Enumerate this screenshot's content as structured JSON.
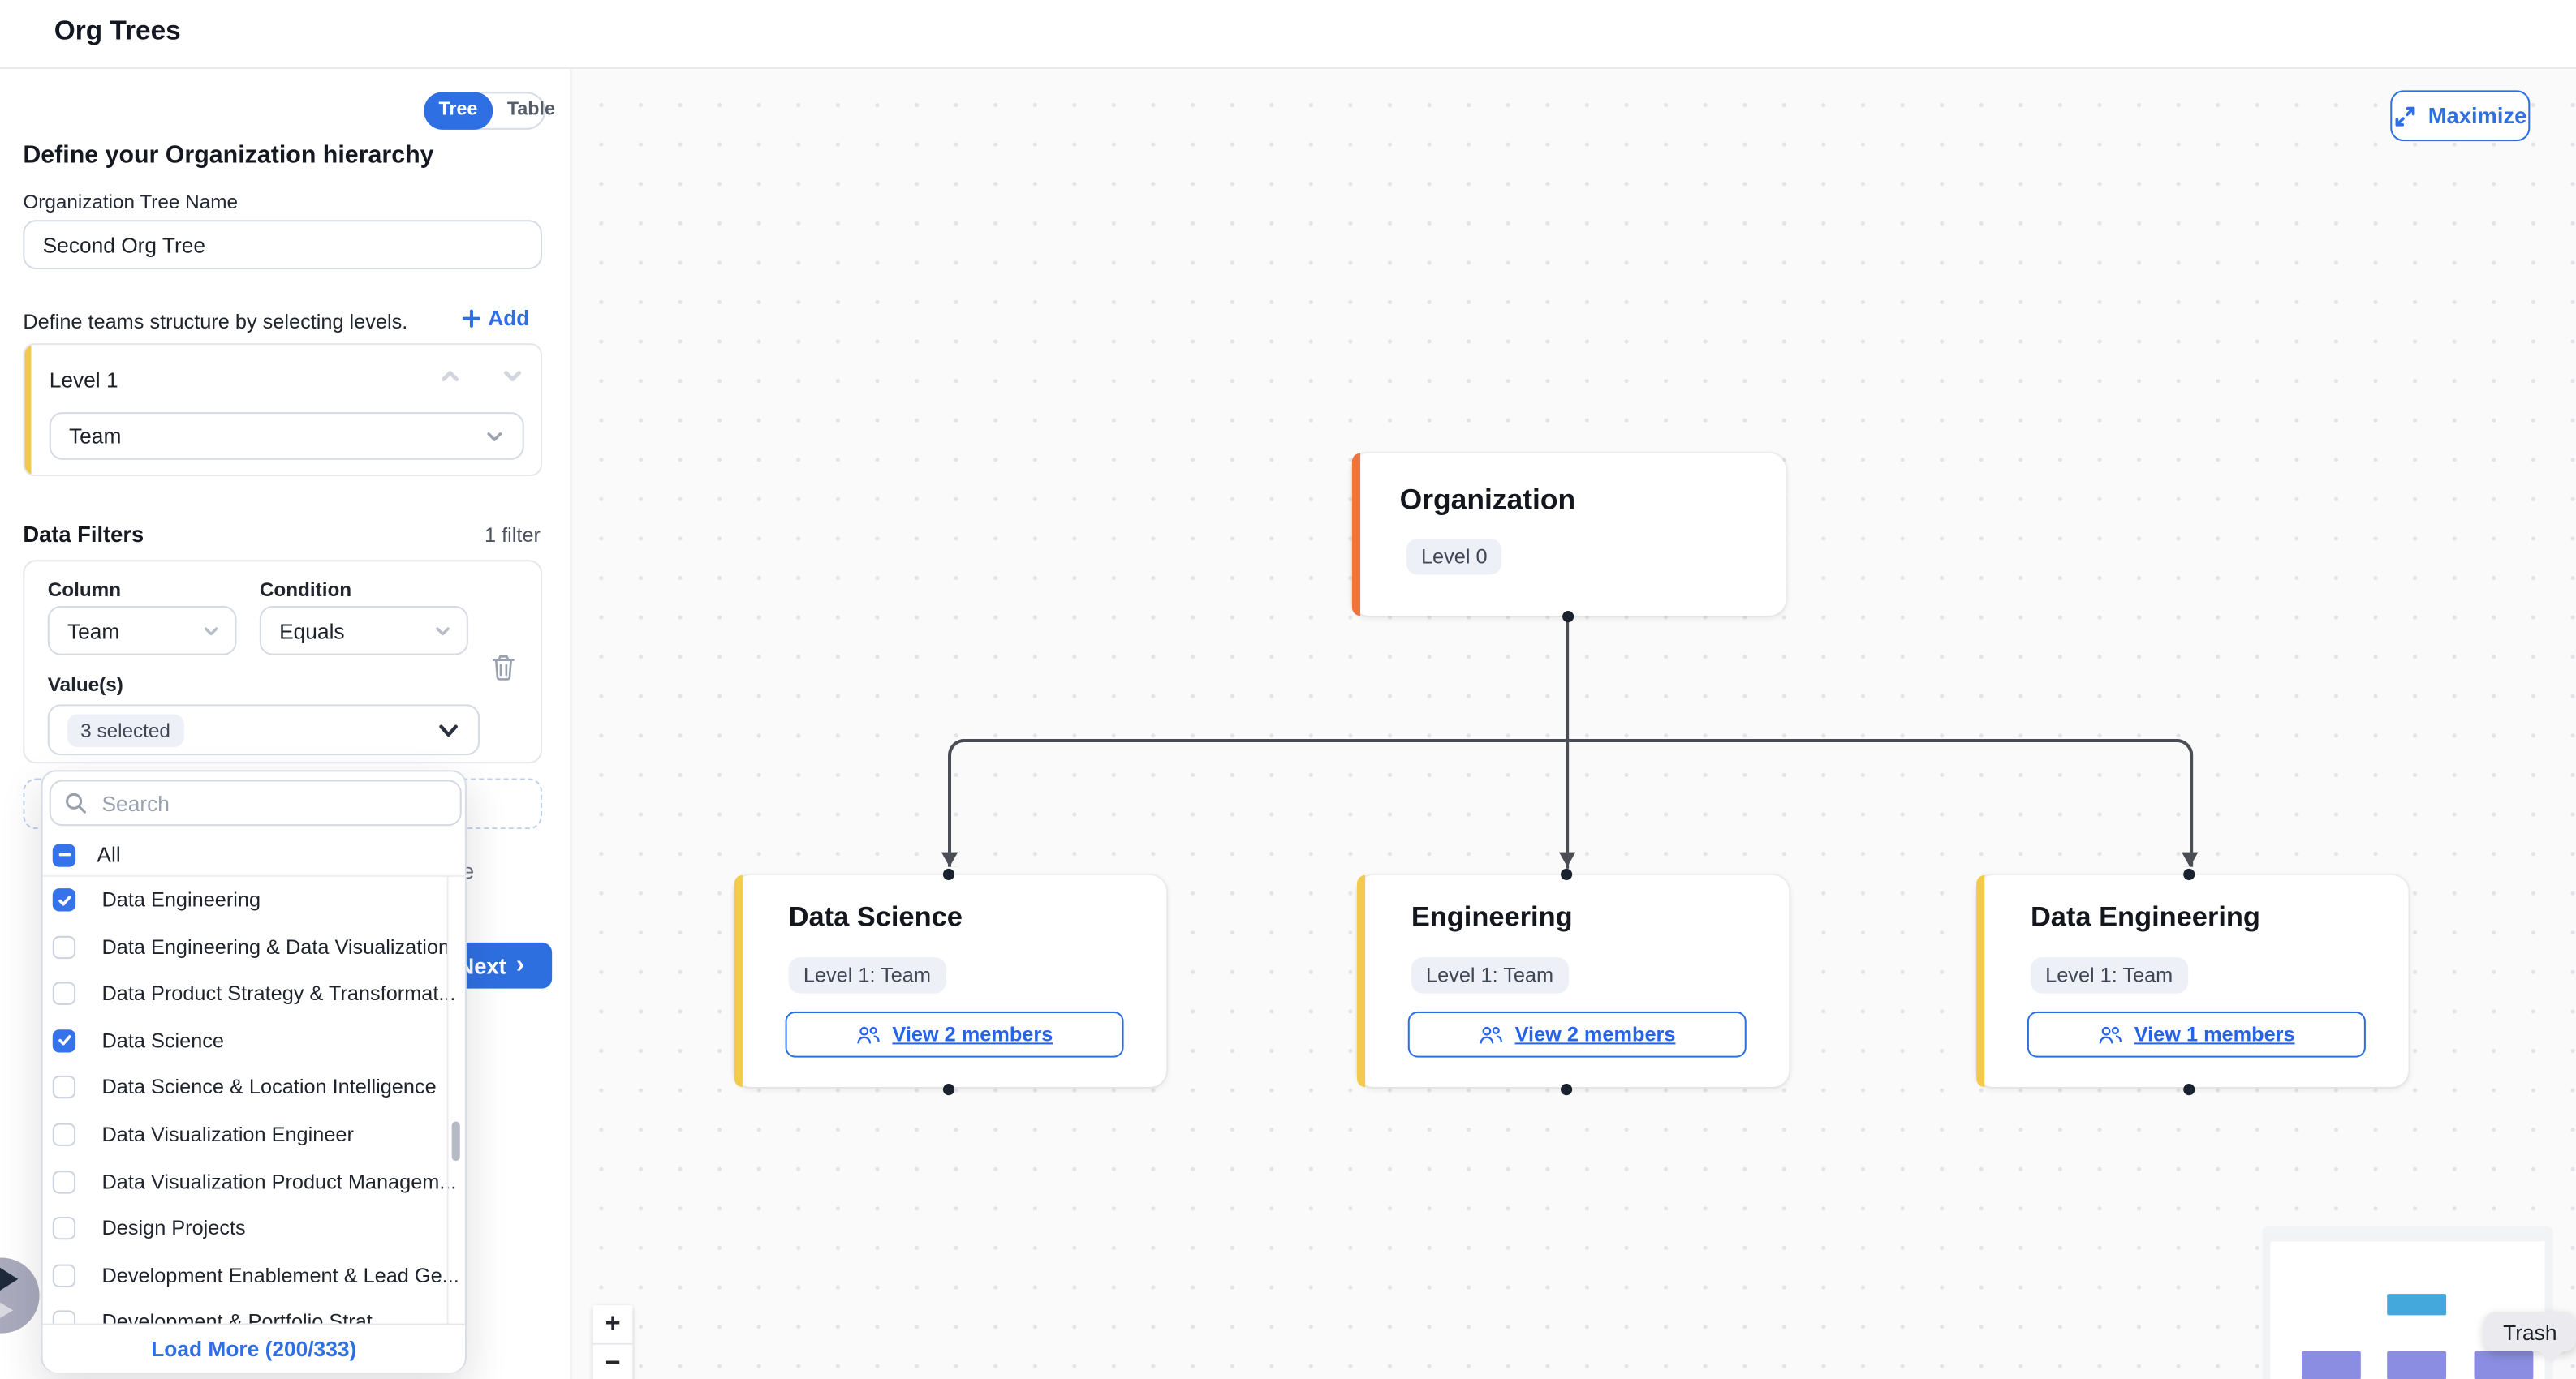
{
  "header": {
    "title": "Org Trees"
  },
  "panel": {
    "view_toggle": {
      "options": [
        "Tree",
        "Table"
      ],
      "selected": "Tree"
    },
    "heading": "Define your Organization hierarchy",
    "tree_name": {
      "label": "Organization Tree Name",
      "value": "Second Org Tree"
    },
    "levels": {
      "description": "Define teams structure by selecting levels.",
      "add_label": "Add",
      "items": [
        {
          "title": "Level 1",
          "type_value": "Team"
        }
      ]
    },
    "filters": {
      "heading": "Data Filters",
      "count_label": "1 filter",
      "column_label": "Column",
      "column_value": "Team",
      "condition_label": "Condition",
      "condition_value": "Equals",
      "values_label": "Value(s)",
      "values_value": "3 selected"
    },
    "visible_text_fragment": "re",
    "next_label": "Next"
  },
  "dropdown": {
    "search_placeholder": "Search",
    "select_all": {
      "label": "All",
      "state": "indeterminate"
    },
    "options": [
      {
        "label": "Data Engineering",
        "checked": true
      },
      {
        "label": "Data Engineering & Data Visualization",
        "checked": false
      },
      {
        "label": "Data Product Strategy & Transformat...",
        "checked": false
      },
      {
        "label": "Data Science",
        "checked": true
      },
      {
        "label": "Data Science & Location Intelligence",
        "checked": false
      },
      {
        "label": "Data Visualization Engineer",
        "checked": false
      },
      {
        "label": "Data Visualization Product Managem...",
        "checked": false
      },
      {
        "label": "Design Projects",
        "checked": false
      },
      {
        "label": "Development Enablement & Lead Ge...",
        "checked": false
      },
      {
        "label": "Development & Portfolio Strat...",
        "checked": false,
        "partially_visible": true
      }
    ],
    "load_more_label": "Load More (200/333)"
  },
  "canvas": {
    "maximize_label": "Maximize",
    "root_node": {
      "title": "Organization",
      "badge": "Level 0"
    },
    "child_nodes": [
      {
        "title": "Data Science",
        "badge": "Level 1: Team",
        "members_label": "View 2 members"
      },
      {
        "title": "Engineering",
        "badge": "Level 1: Team",
        "members_label": "View 2 members"
      },
      {
        "title": "Data Engineering",
        "badge": "Level 1: Team",
        "members_label": "View 1 members"
      }
    ],
    "trash_label": "Trash"
  },
  "icons": {
    "zoom_in": "+",
    "zoom_out": "−",
    "next_chevron": "›",
    "add_plus": "+"
  },
  "colors": {
    "accent": "#2f6fe4",
    "root_accent_bar": "#f0743a",
    "level_accent_bar": "#f0c84c",
    "connector": "#4b4d55",
    "minimap_root": "#45a8dc",
    "minimap_child": "#8b8de2",
    "badge_bg": "#eef0f8"
  }
}
